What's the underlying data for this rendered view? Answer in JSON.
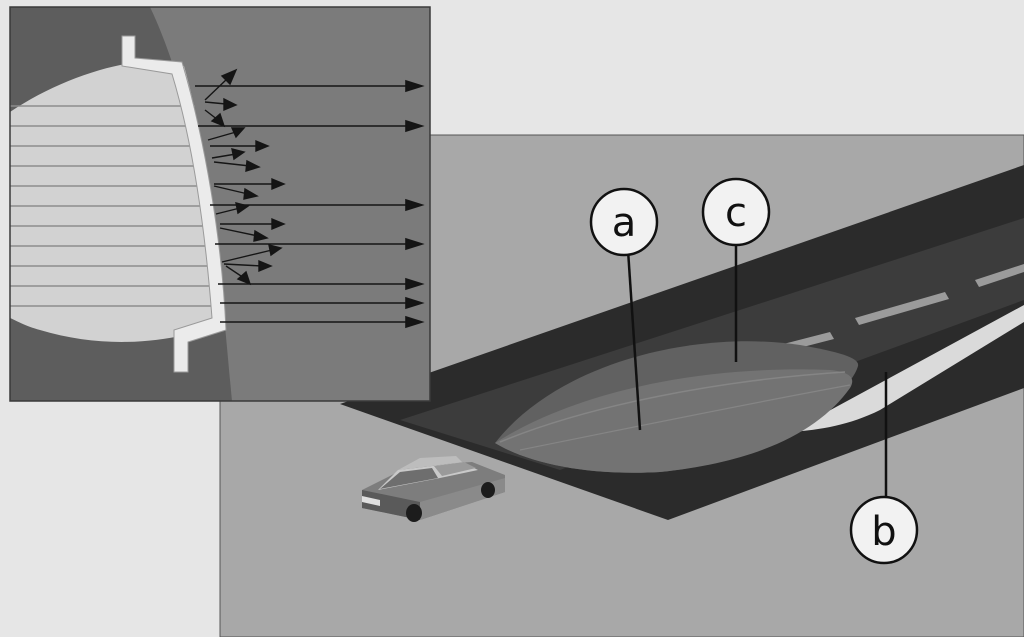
{
  "labels": {
    "a": "a",
    "b": "b",
    "c": "c"
  },
  "colors": {
    "page_background": "#e6e6e6",
    "inset_background": "#7b7b7b",
    "inset_dark_side": "#5c5c5c",
    "lens": "#d2d2d2",
    "reflector_edge": "#e8e8e8",
    "scene_ground": "#a8a8a8",
    "road": "#2b2b2b",
    "beam_a": "#6f6f6f",
    "beam_c": "#616161",
    "beam_b": "#dadada",
    "lane_marking": "#9b9b9b",
    "callout_fill": "#f2f2f2",
    "line": "#111111"
  }
}
